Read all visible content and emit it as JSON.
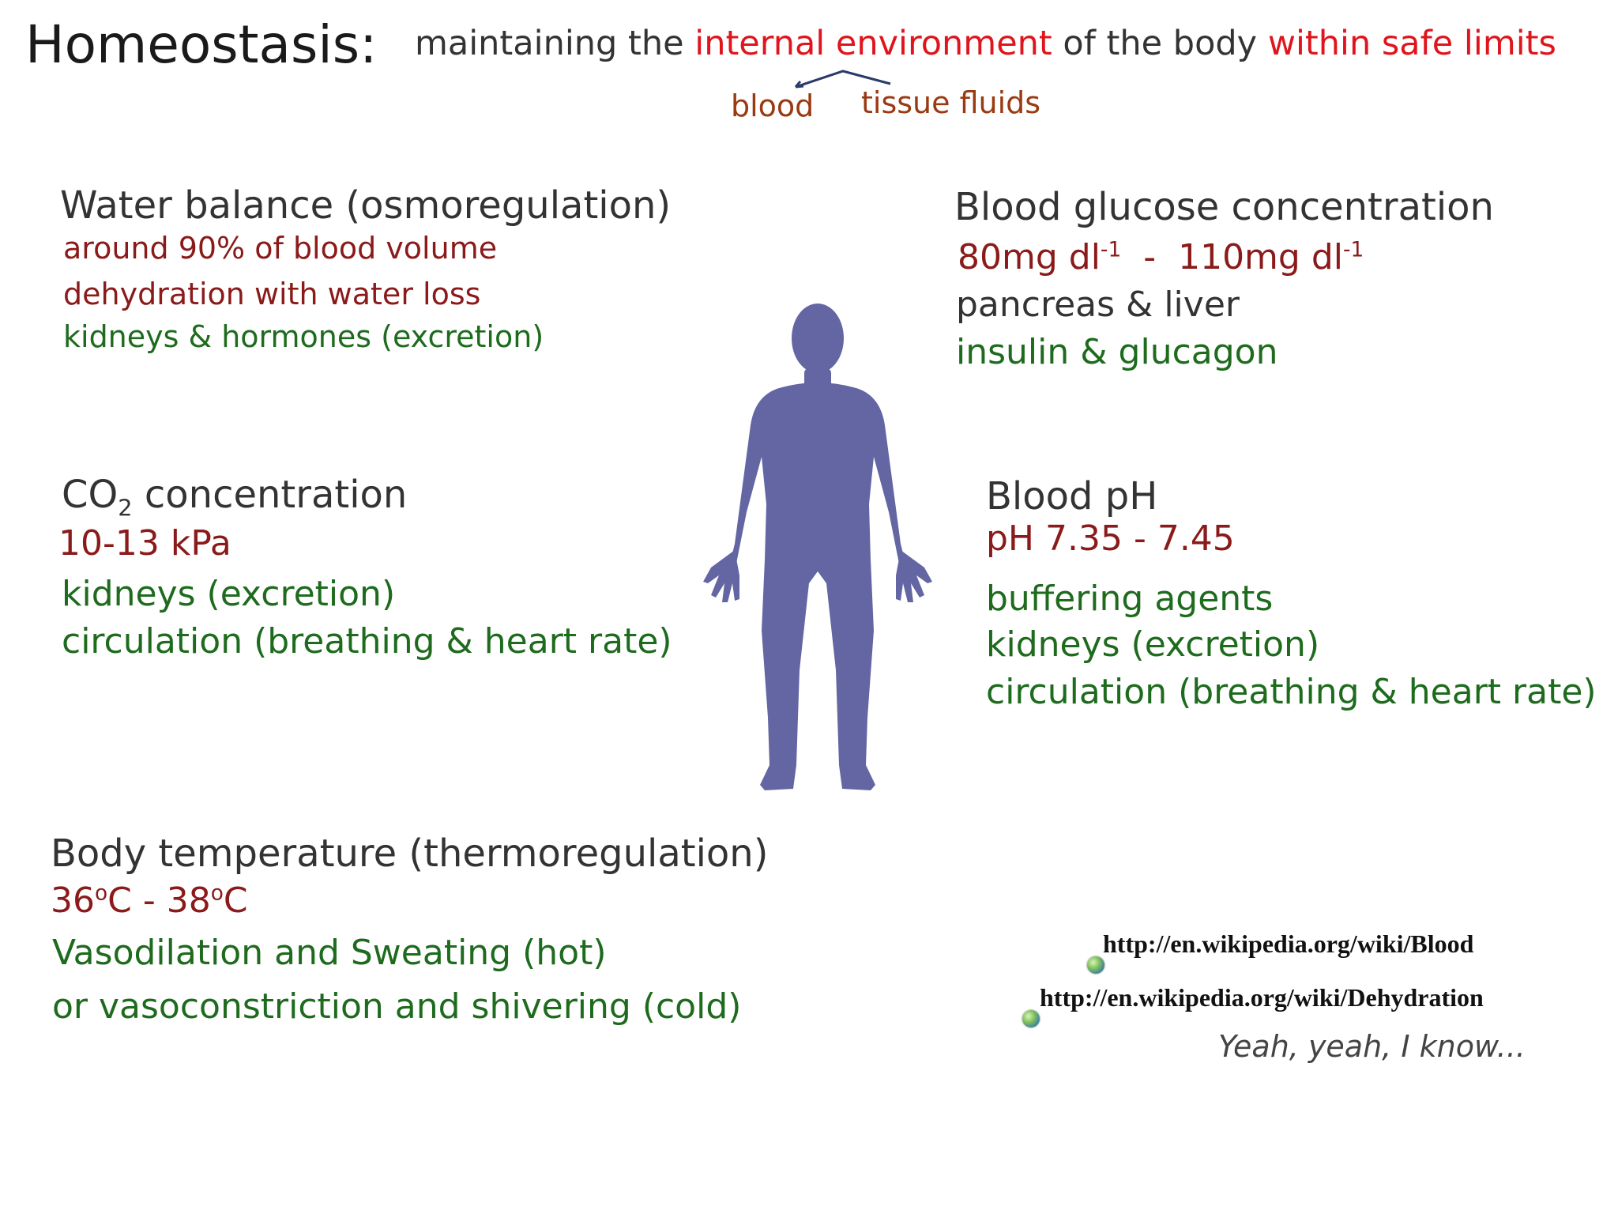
{
  "title": {
    "main": "Homeostasis:",
    "sub_1": "maintaining the ",
    "sub_2": "internal environment",
    "sub_3": " of the body ",
    "sub_4": "within safe limits",
    "blood": "blood",
    "tissue": "tissue fluids"
  },
  "water": {
    "heading": "Water balance (osmoregulation)",
    "line1": "around 90% of blood volume",
    "line2": "dehydration with water loss",
    "line3": "kidneys & hormones (excretion)"
  },
  "glucose": {
    "heading": "Blood glucose concentration",
    "range_a": "80mg dl",
    "sup_a": "-1",
    "range_sep": "  -  ",
    "range_b": "110mg dl",
    "sup_b": "-1",
    "line2": "pancreas & liver",
    "line3": "insulin & glucagon"
  },
  "co2": {
    "heading_a": "CO",
    "heading_sub": "2",
    "heading_b": " concentration",
    "line1": "10-13 kPa",
    "line2": "kidneys (excretion)",
    "line3": "circulation (breathing & heart rate)"
  },
  "ph": {
    "heading": "Blood pH",
    "line1": "pH 7.35 - 7.45",
    "line2": "buffering agents",
    "line3": "kidneys (excretion)",
    "line4": "circulation (breathing & heart rate)"
  },
  "temp": {
    "heading": "Body temperature (thermoregulation)",
    "t1": "36",
    "sup1": "o",
    "t2": "C - 38",
    "sup2": "o",
    "t3": "C",
    "line2": "Vasodilation and Sweating (hot)",
    "line3": "or vasoconstriction and shivering (cold)"
  },
  "refs": {
    "url1": "http://en.wikipedia.org/wiki/Blood",
    "url2": "http://en.wikipedia.org/wiki/Dehydration",
    "quip": "Yeah, yeah, I know..."
  },
  "colors": {
    "heading": "#333333",
    "value": "#8b1a1a",
    "emphasis": "#e0141c",
    "regulator": "#1e6b1e",
    "figure": "#6366a3"
  },
  "icons": {
    "figure": "human-silhouette-icon",
    "link": "globe-icon"
  }
}
